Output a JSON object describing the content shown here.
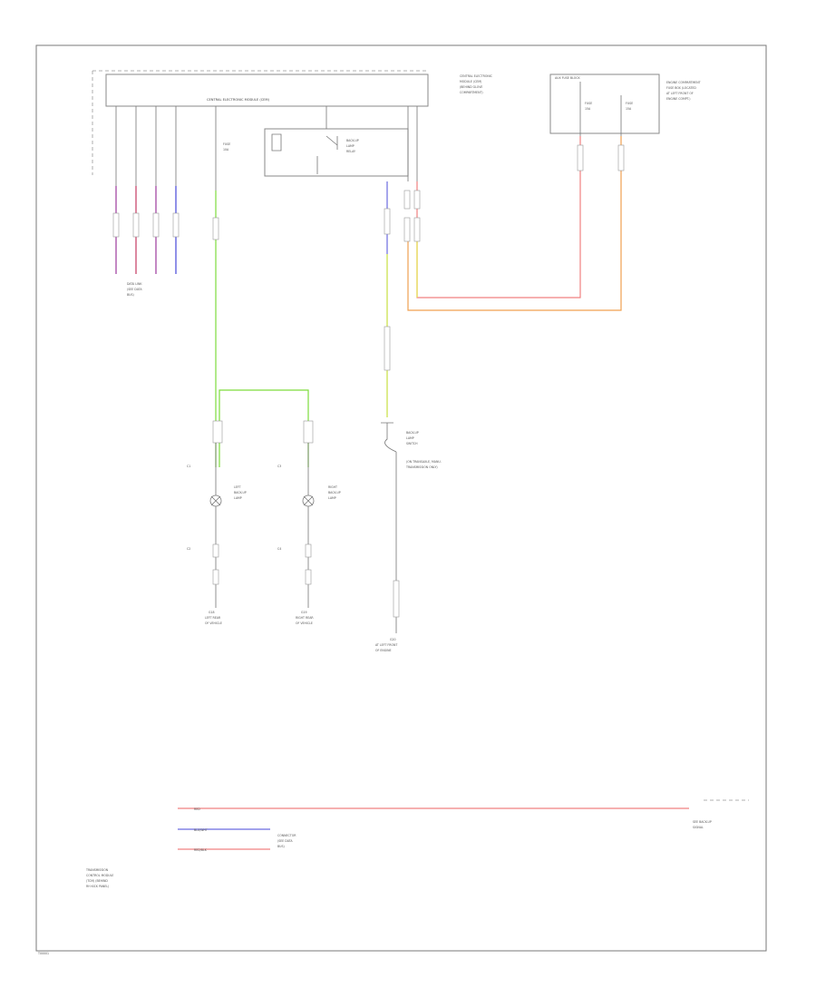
{
  "colors": {
    "frame": "#7a7a7a",
    "green_wire": "#7ddc3c",
    "red_wire": "#f08080",
    "orange_wire": "#f0a050",
    "yellow_wire": "#e6e04a",
    "blue_wire": "#6a6ae0",
    "purple_wire": "#b060b0",
    "grey_wire": "#888888"
  },
  "labels": {
    "central_module": "CENTRAL ELECTRONIC MODULE (CEM)",
    "cem_note": [
      "CENTRAL ELECTRONIC",
      "MODULE (CEM)",
      "(BEHIND GLOVE",
      "COMPARTMENT)"
    ],
    "fuse_box_title": "AUX FUSE BLOCK",
    "fuse_box_note": [
      "ENGINE COMPARTMENT",
      "FUSE BOX (LOCATED",
      "AT LEFT FRONT OF",
      "ENGINE COMPT.)"
    ],
    "fuse_left": [
      "FUSE",
      "10A"
    ],
    "fuse_right": [
      "FUSE",
      "15A"
    ],
    "fuse_a": [
      "FUSE",
      "15A"
    ],
    "relay_label": [
      "BACK-UP",
      "LAMP",
      "RELAY"
    ],
    "connector_left": [
      "DATA LINK",
      "(SEE DATA",
      "BUS)"
    ],
    "left_lamp": [
      "LEFT",
      "BACK-UP",
      "LAMP"
    ],
    "right_lamp": [
      "RIGHT",
      "BACK-UP",
      "LAMP"
    ],
    "left_ground": [
      "G18",
      "LEFT REAR",
      "OF VEHICLE"
    ],
    "right_ground": [
      "G19",
      "RIGHT REAR",
      "OF VEHICLE"
    ],
    "backup_switch": [
      "BACK-UP",
      "LAMP",
      "SWITCH",
      "(ON TRANSAXLE, MANU.",
      "TRANSMISSION ONLY)"
    ],
    "switch_ground": [
      "G20",
      "AT LEFT FRONT",
      "OF ENGINE"
    ],
    "legend_wire1": "RED",
    "legend_wire2": "BLU/WHT",
    "legend_wire3": "RED/BLK",
    "legend_right": [
      "SEE BACK-UP",
      "SIGNAL"
    ],
    "legend_bus": [
      "CONNECTOR",
      "(SEE DATA",
      "BUS)"
    ],
    "legend_tcm": [
      "TRANSMISSION",
      "CONTROL MODULE",
      "(TCM) (BEHIND",
      "RH KICK PANEL)"
    ],
    "pin_labels": [
      "C1",
      "C2",
      "C3",
      "C4"
    ],
    "page_ref": "T00001"
  }
}
